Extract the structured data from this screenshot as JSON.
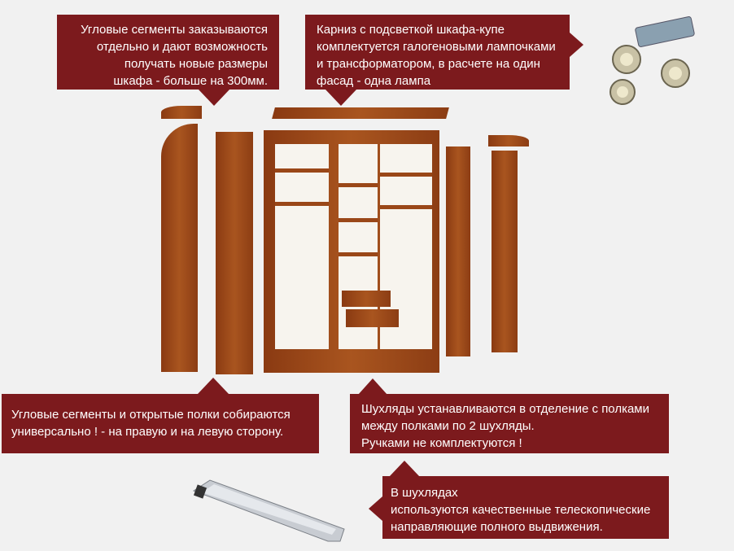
{
  "colors": {
    "callout": "#7c1a1d",
    "wood": "#a9551f",
    "background": "#f1f1f1"
  },
  "callouts": {
    "corner_segments": [
      "Угловые сегменты заказываются",
      "отдельно и дают возможность",
      "получать новые размеры",
      "шкафа - больше на 300мм."
    ],
    "cornice": [
      "Карниз с подсветкой шкафа-купе",
      "комплектуется галогеновыми лампочками",
      "и трансформатором, в расчете на один",
      "фасад - одна лампа"
    ],
    "universal": [
      "Угловые сегменты и открытые полки собираются",
      "универсально ! - на правую и на левую сторону."
    ],
    "drawers": [
      "Шухляды устанавливаются в отделение с полками",
      "между полками по 2 шухляды.",
      "Ручками не комплектуются !"
    ],
    "slides": [
      "В шухлядах",
      "используются качественные телескопические",
      "направляющие полного выдвижения."
    ]
  }
}
